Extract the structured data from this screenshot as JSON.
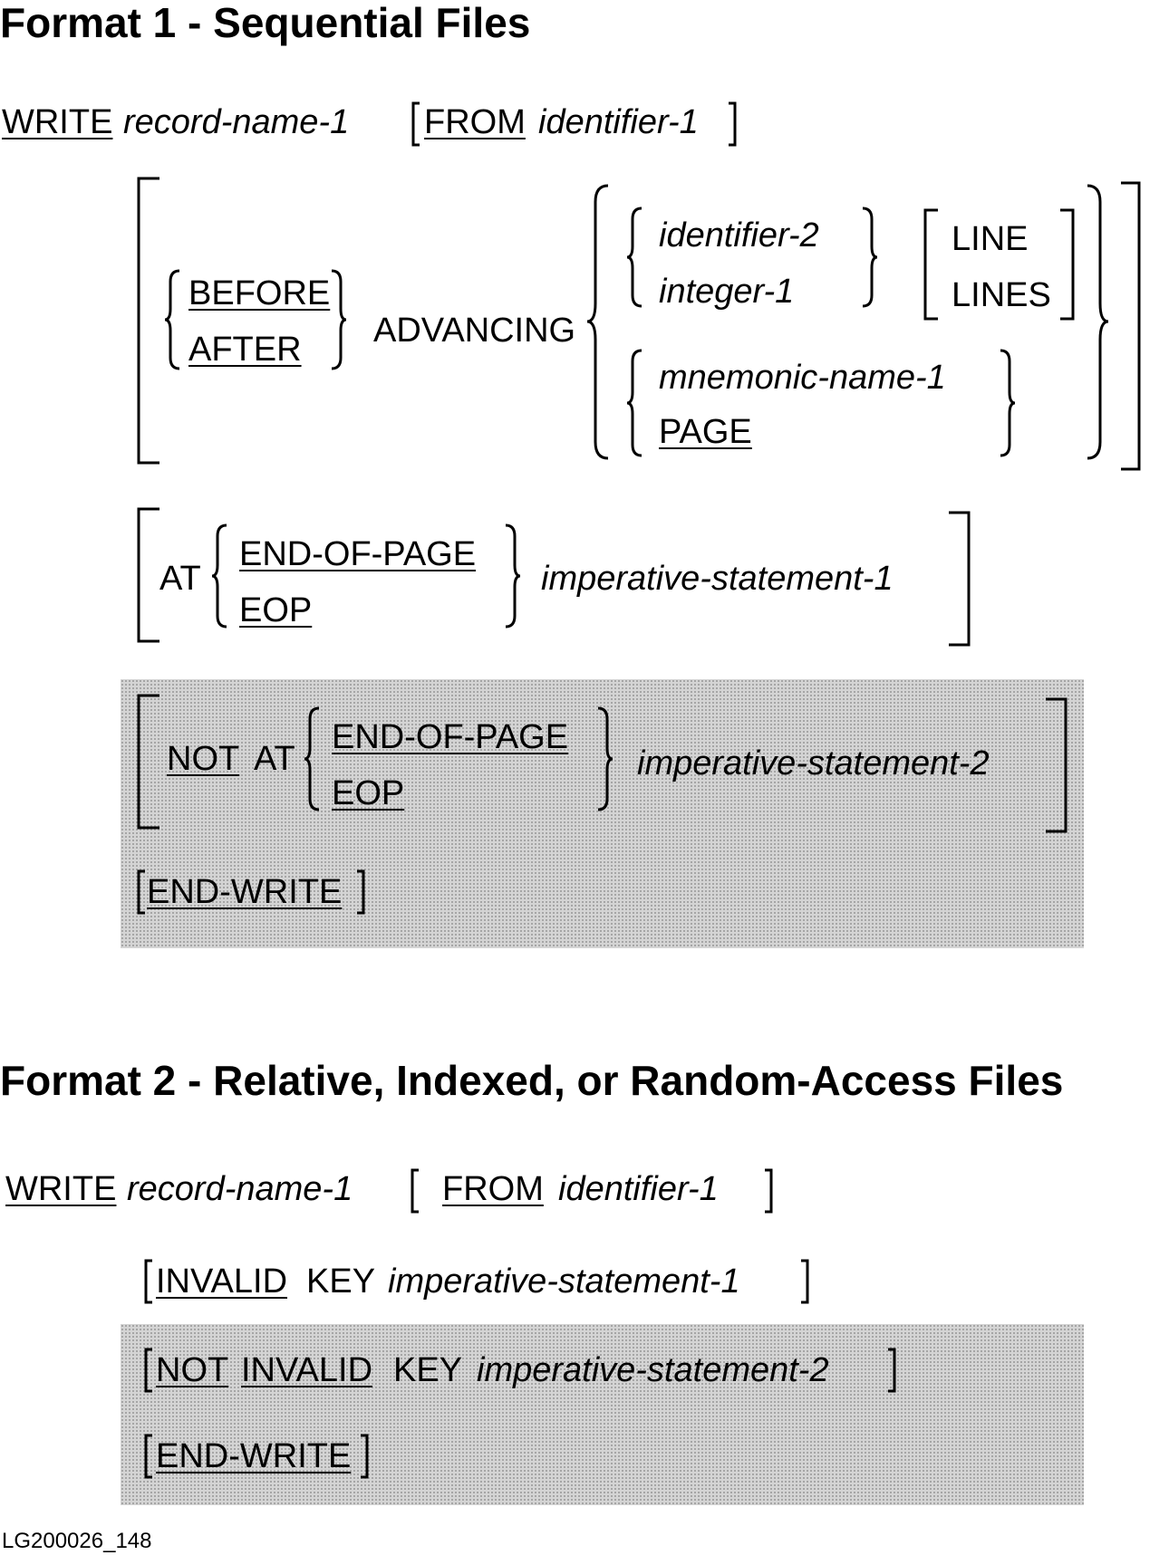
{
  "format1": {
    "heading": "Format 1 - Sequential Files",
    "write": "WRITE",
    "record_name": "record-name-1",
    "from": "FROM",
    "identifier_1": "identifier-1",
    "before": "BEFORE",
    "after": "AFTER",
    "advancing": "ADVANCING",
    "identifier_2": "identifier-2",
    "integer_1": "integer-1",
    "line": "LINE",
    "lines": "LINES",
    "mnemonic_name": "mnemonic-name-1",
    "page": "PAGE",
    "at": "AT",
    "end_of_page": "END-OF-PAGE",
    "eop": "EOP",
    "imperative_1": "imperative-statement-1",
    "not": "NOT",
    "not_at": "AT",
    "not_end_of_page": "END-OF-PAGE",
    "not_eop": "EOP",
    "imperative_2": "imperative-statement-2",
    "end_write": "END-WRITE"
  },
  "format2": {
    "heading": "Format 2 - Relative, Indexed, or Random-Access Files",
    "write": "WRITE",
    "record_name": "record-name-1",
    "from": "FROM",
    "identifier_1": "identifier-1",
    "invalid": "INVALID",
    "key": "KEY",
    "imperative_1": "imperative-statement-1",
    "not": "NOT",
    "not_invalid": "INVALID",
    "not_key": "KEY",
    "imperative_2": "imperative-statement-2",
    "end_write": "END-WRITE"
  },
  "figure_id": "LG200026_148"
}
